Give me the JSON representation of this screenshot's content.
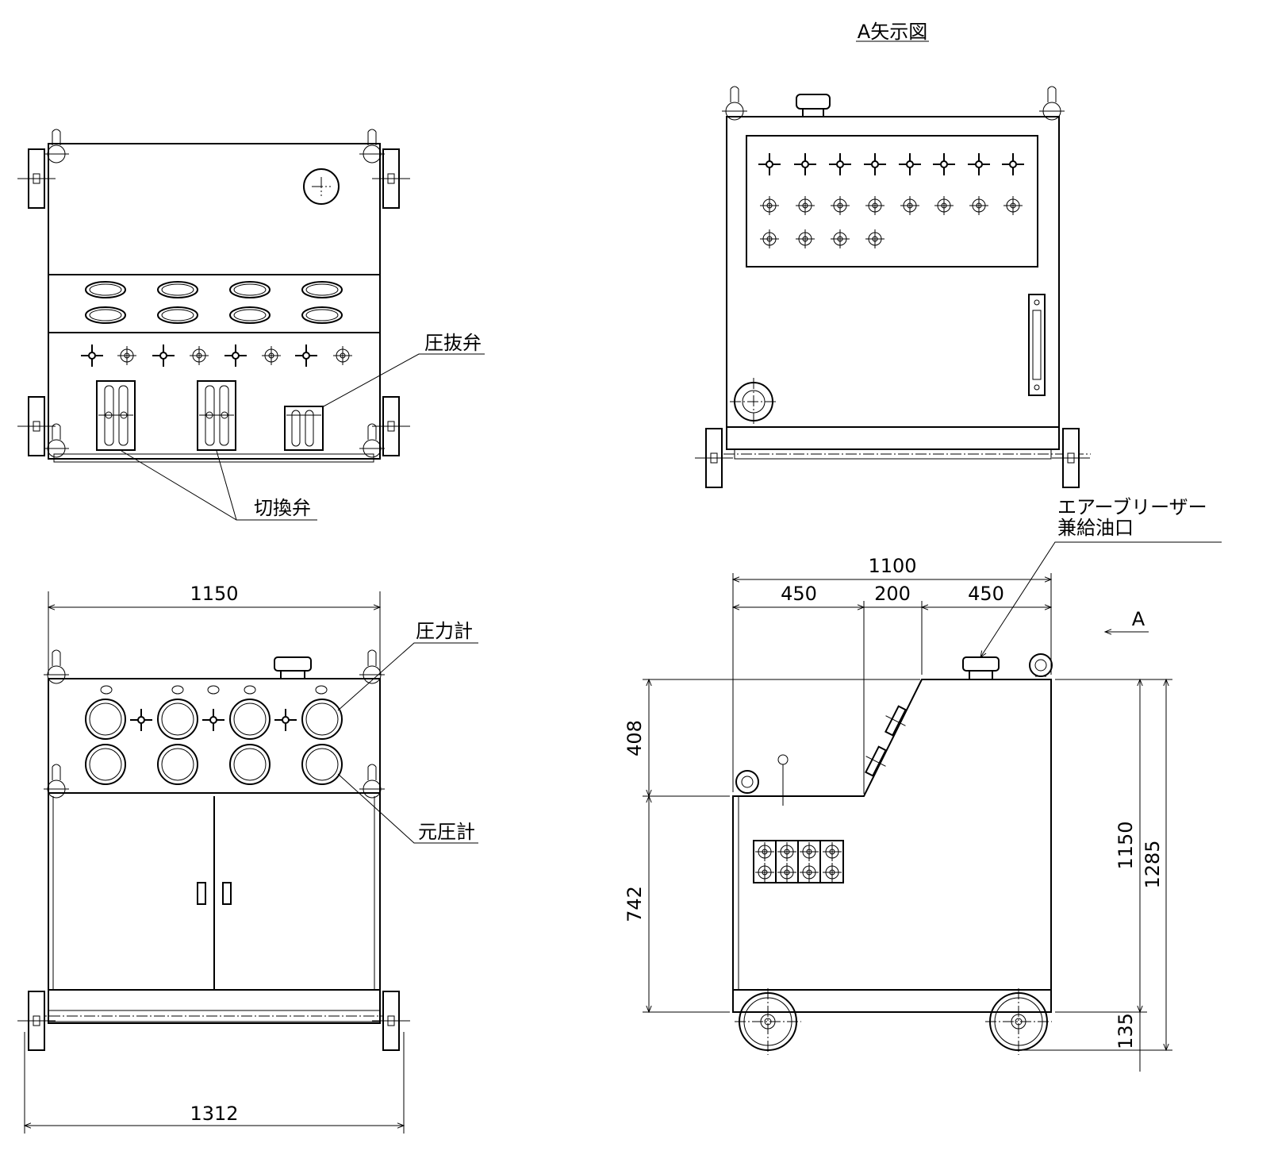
{
  "title": "A矢示図",
  "view_marker": "A",
  "labels": {
    "relief_valve": "圧抜弁",
    "switch_valve": "切換弁",
    "pressure_gauge": "圧力計",
    "source_gauge": "元圧計",
    "air_breather_line1": "エアーブリーザー",
    "air_breather_line2": "兼給油口"
  },
  "dimensions": {
    "front_width": "1150",
    "overall_width": "1312",
    "side_depth": "1100",
    "depth_left": "450",
    "depth_mid": "200",
    "depth_right": "450",
    "upper_height": "408",
    "lower_height": "742",
    "body_height": "1150",
    "total_height": "1285",
    "wheel_height": "135"
  }
}
